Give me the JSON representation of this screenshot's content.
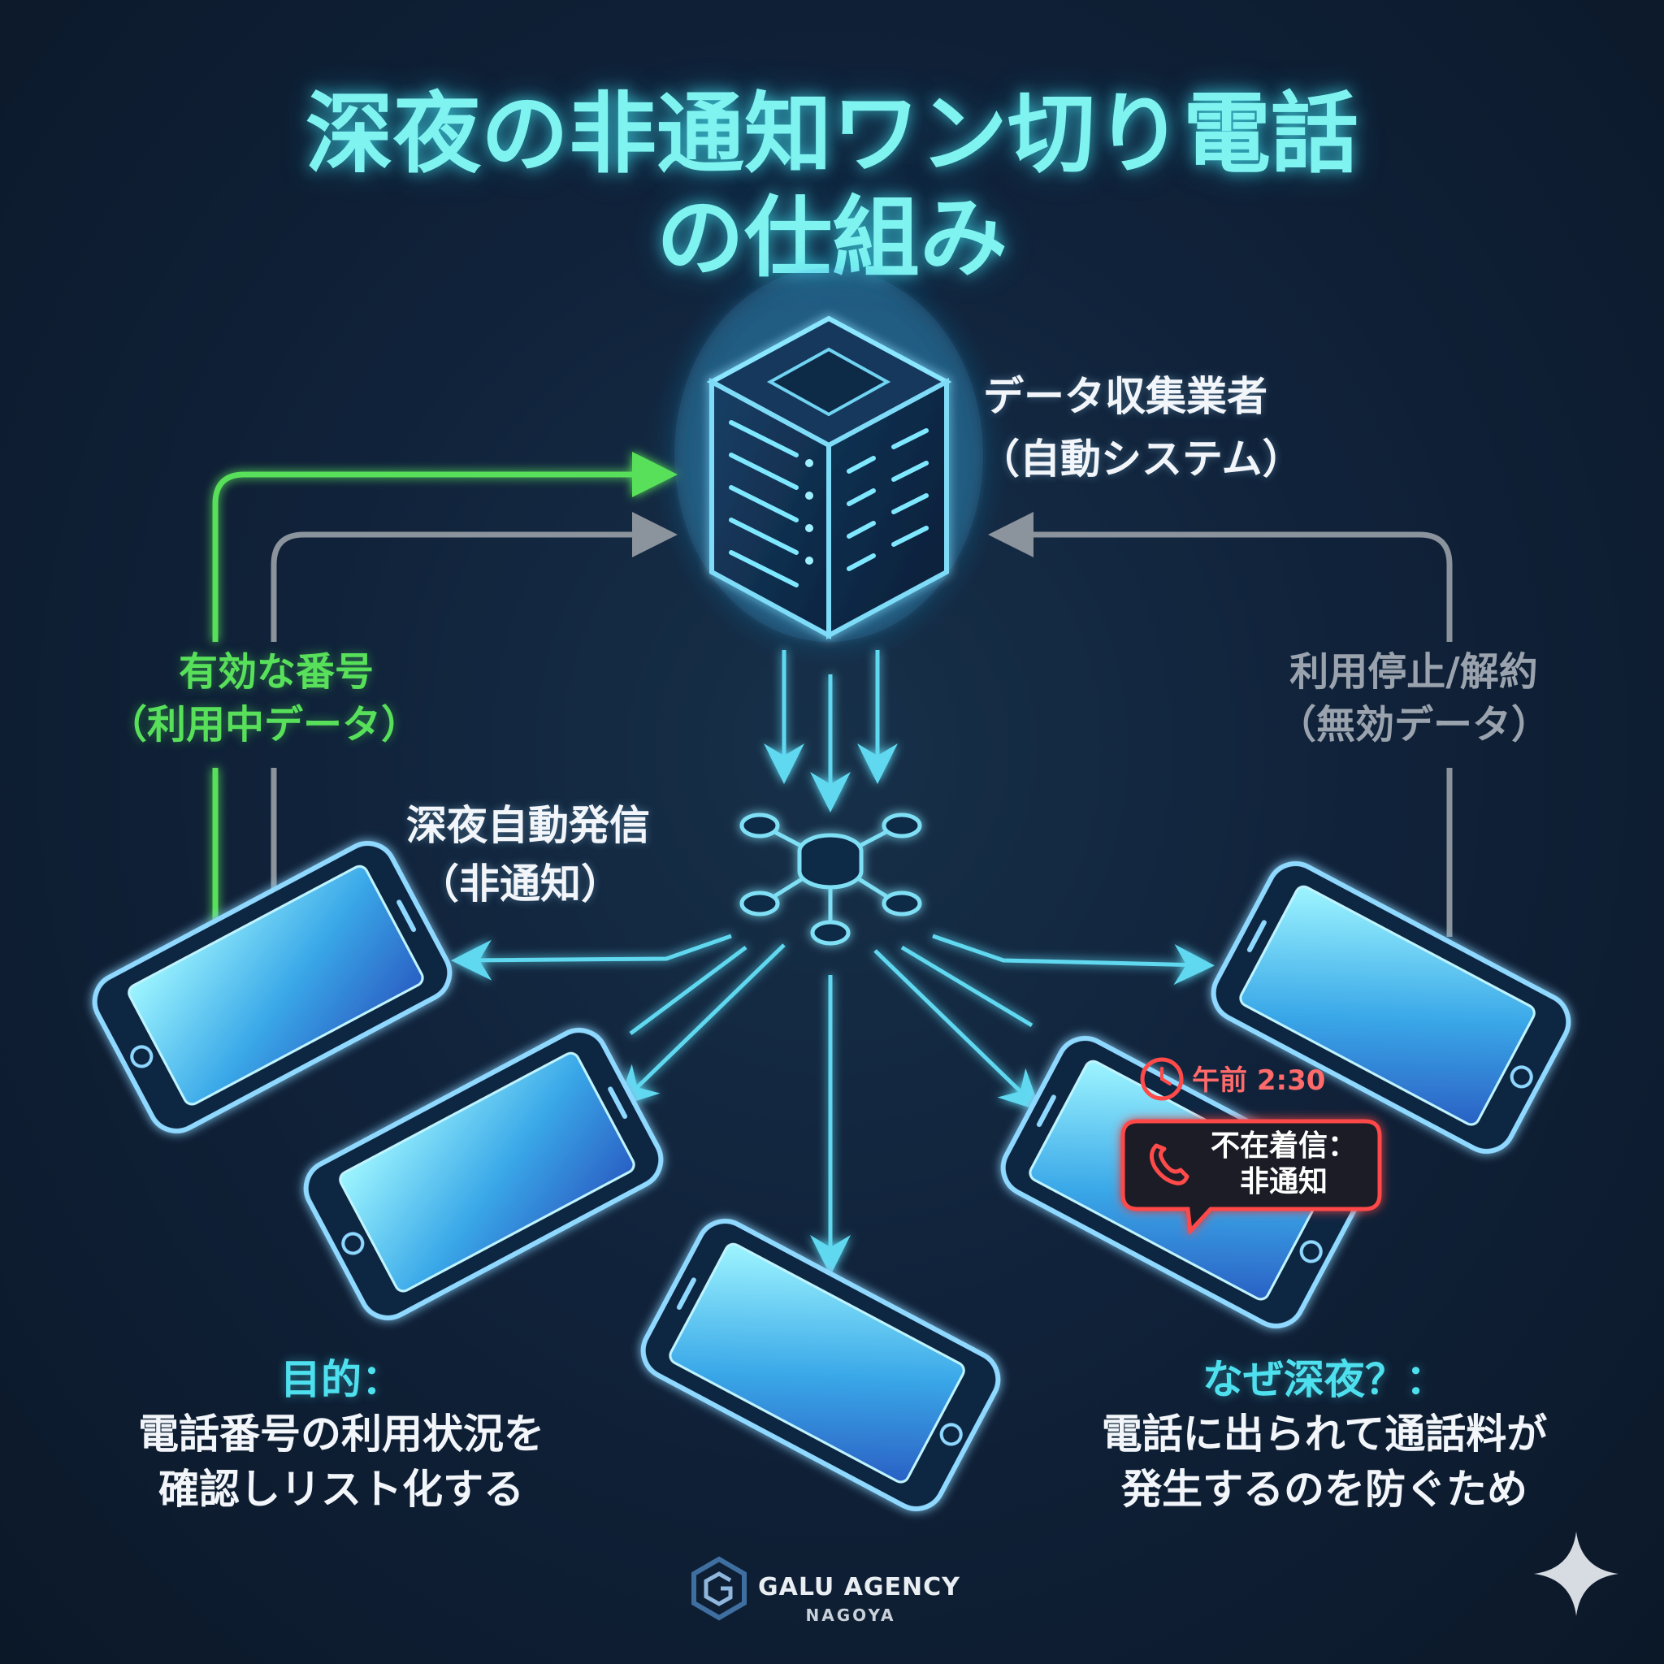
{
  "title": {
    "line1": "深夜の非通知ワン切り電話",
    "line2": "の仕組み"
  },
  "server": {
    "label_line1": "データ収集業者",
    "label_line2": "（自動システム）",
    "icon": "server-icon"
  },
  "dialer": {
    "label_line1": "深夜自動発信",
    "label_line2": "（非通知）",
    "icon": "network-hub-icon"
  },
  "valid_feedback": {
    "line1": "有効な番号",
    "line2": "（利用中データ）",
    "color": "#58e05a"
  },
  "invalid_feedback": {
    "line1": "利用停止/解約",
    "line2": "（無効データ）",
    "color": "#9aa3ad"
  },
  "missed_call": {
    "time": "午前 2:30",
    "text_line1": "不在着信：",
    "text_line2": "非通知",
    "color": "#ff4a4a"
  },
  "purpose": {
    "heading": "目的：",
    "line1": "電話番号の利用状況を",
    "line2": "確認しリスト化する"
  },
  "why_night": {
    "heading": "なぜ深夜？：",
    "line1": "電話に出られて通話料が",
    "line2": "発生するのを防ぐため"
  },
  "logo": {
    "name": "GALU AGENCY",
    "sub": "NAGOYA"
  },
  "colors": {
    "accent_cyan": "#5fd8f0",
    "background": "#10223a"
  }
}
